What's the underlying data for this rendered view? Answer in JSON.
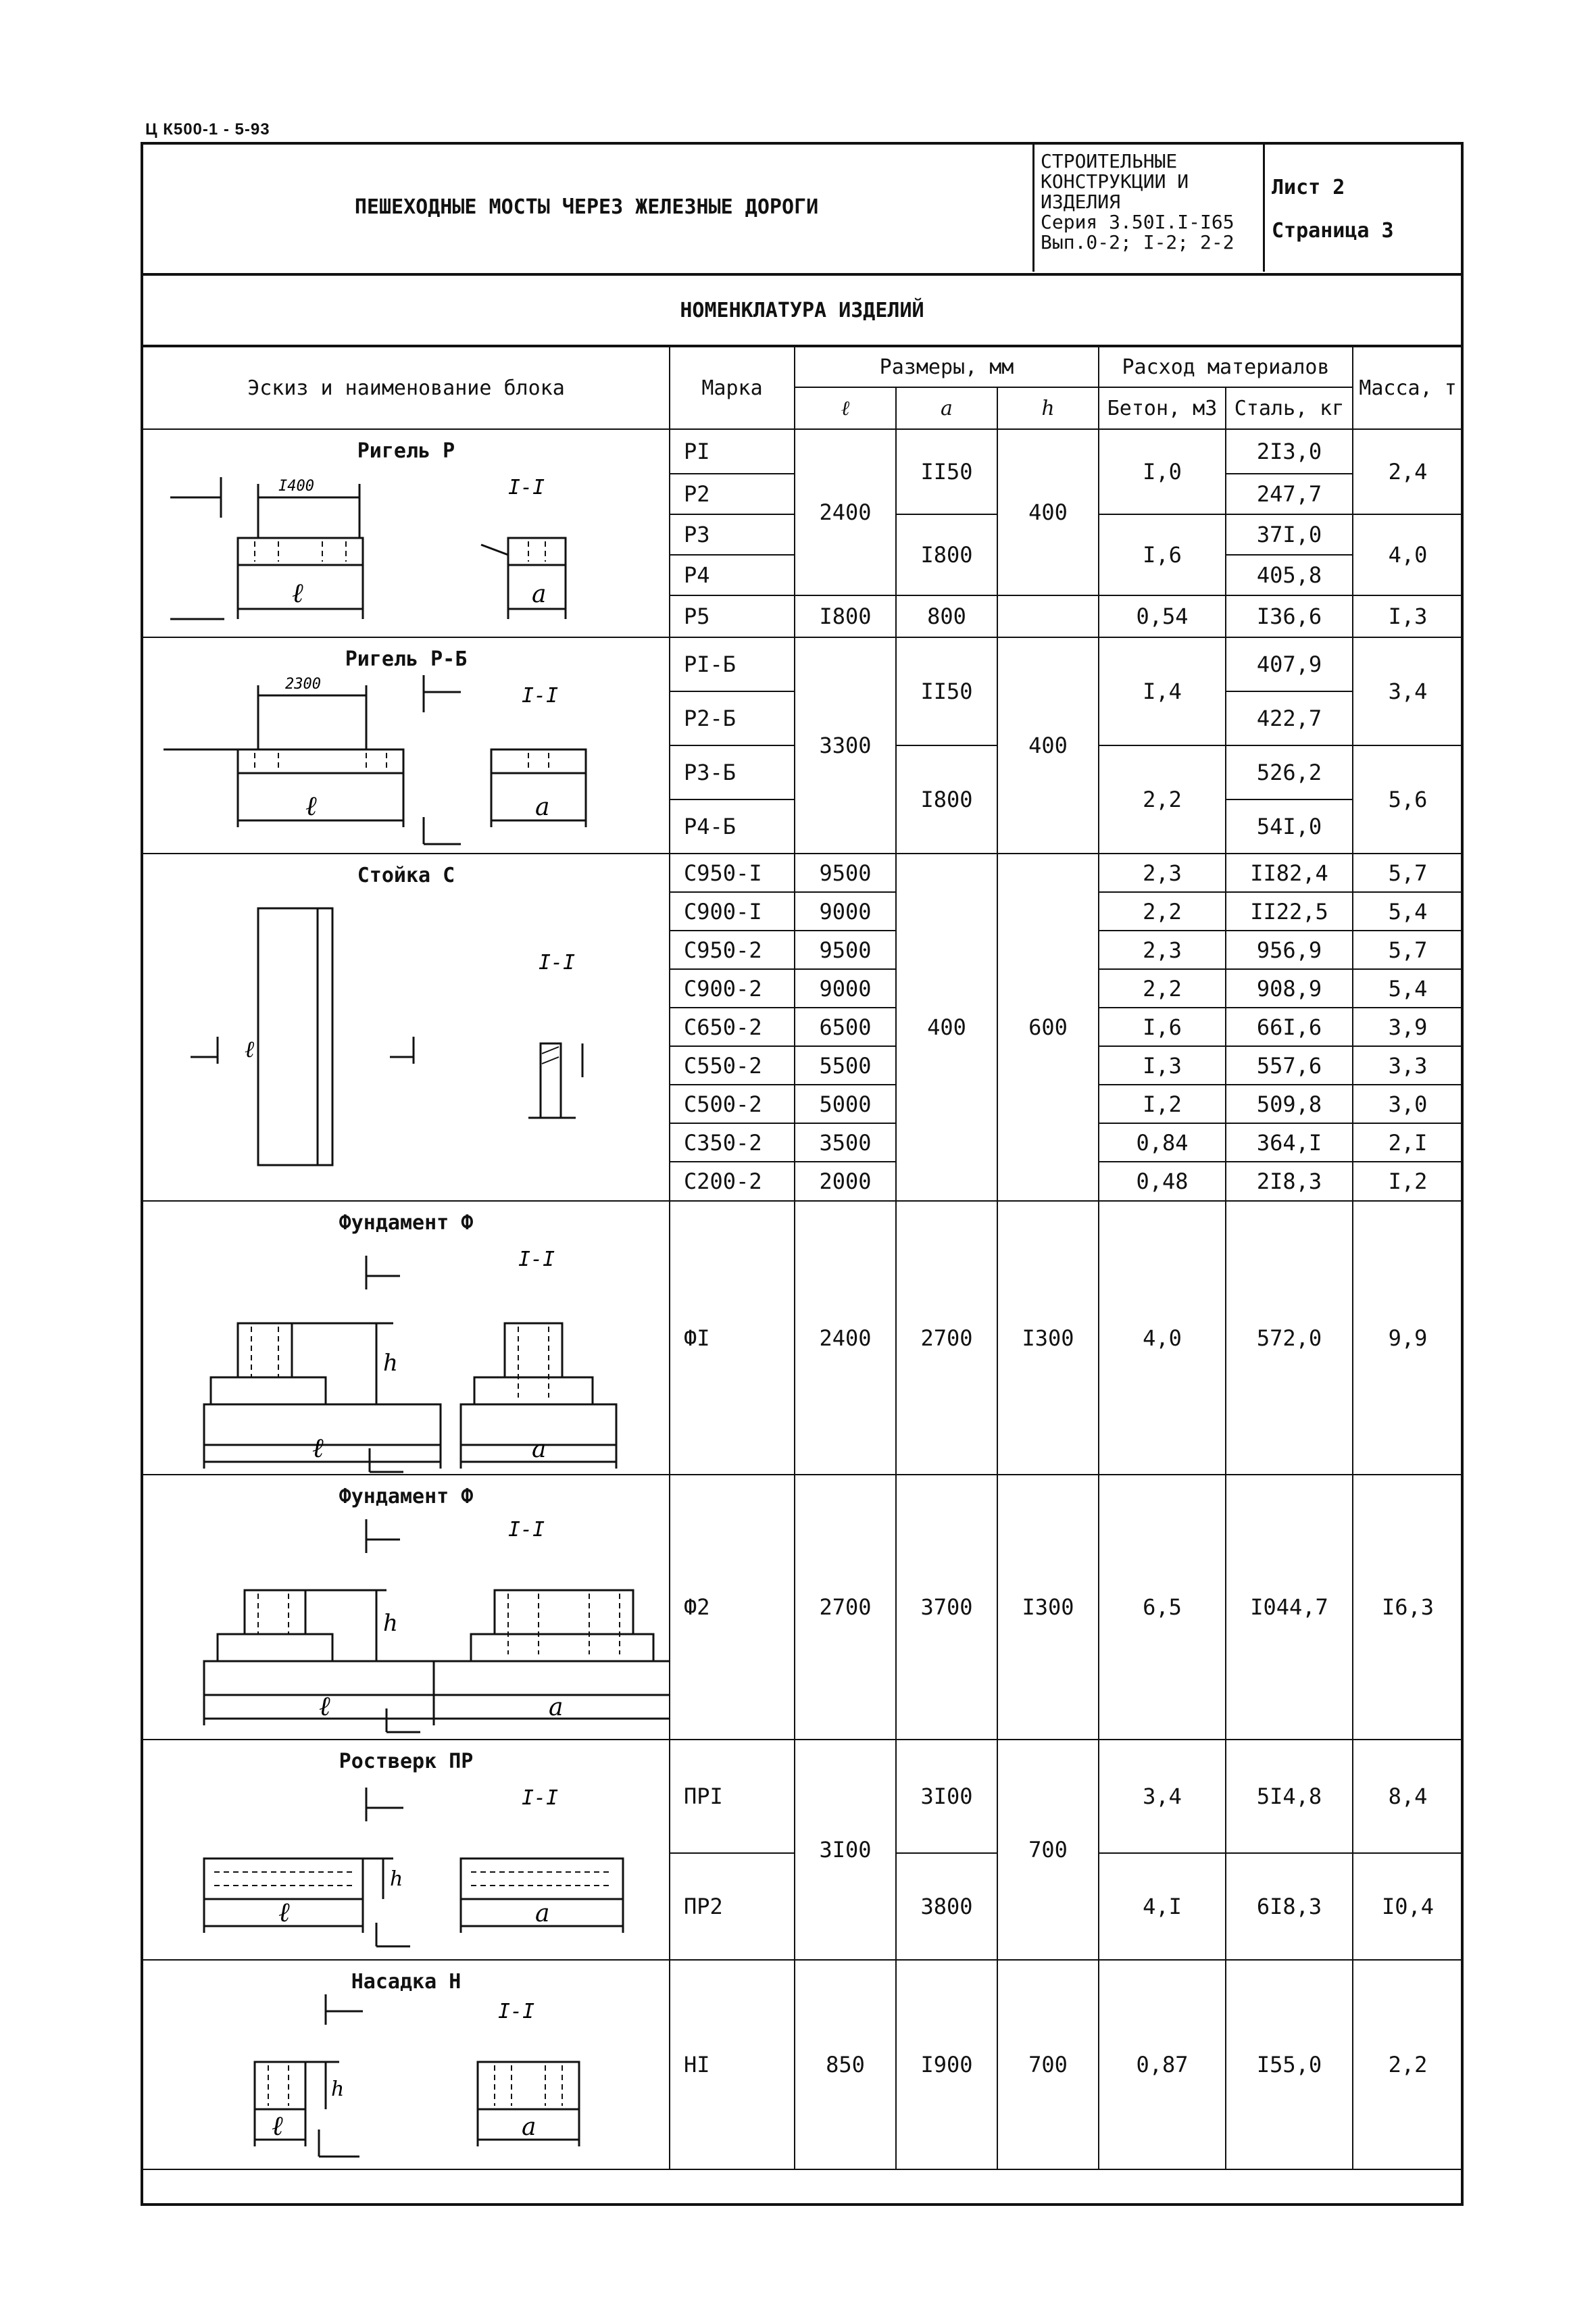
{
  "doc_code": "Ц К500-1 - 5-93",
  "header": {
    "title": "ПЕШЕХОДНЫЕ МОСТЫ ЧЕРЕЗ ЖЕЛЕЗНЫЕ ДОРОГИ",
    "category_line1": "СТРОИТЕЛЬНЫЕ",
    "category_line2": "КОНСТРУКЦИИ И",
    "category_line3": "ИЗДЕЛИЯ",
    "series": "Серия 3.50I.I-I65",
    "issue": "Вып.0-2; I-2; 2-2",
    "sheet": "Лист 2",
    "page": "Страница 3"
  },
  "section_title": "НОМЕНКЛАТУРА ИЗДЕЛИЙ",
  "columns": {
    "sketch": "Эскиз и наименование блока",
    "mark": "Марка",
    "dims": "Размеры, мм",
    "l": "ℓ",
    "a": "a",
    "h": "h",
    "materials": "Расход материалов",
    "concrete": "Бетон, м3",
    "steel": "Сталь, кг",
    "mass": "Масса, т"
  },
  "blocks": [
    {
      "name": "Ригель Р",
      "dim1": "I400",
      "cut": "I-I"
    },
    {
      "name": "Ригель Р-Б",
      "dim1": "2300",
      "cut": "I-I"
    },
    {
      "name": "Стойка С",
      "cut": "I-I"
    },
    {
      "name": "Фундамент Ф",
      "cut": "I-I"
    },
    {
      "name": "Фундамент Ф",
      "cut": "I-I"
    },
    {
      "name": "Ростверк ПР",
      "cut": "I-I"
    },
    {
      "name": "Насадка Н",
      "cut": "I-I"
    }
  ],
  "rows": {
    "r1": {
      "marks": [
        "PI",
        "P2",
        "P3",
        "P4",
        "P5"
      ],
      "l": [
        "2400",
        "I800"
      ],
      "a": [
        "II50",
        "I800",
        "800"
      ],
      "h": "400",
      "concrete": [
        "I,0",
        "I,6",
        "0,54"
      ],
      "steel": [
        "2I3,0",
        "247,7",
        "37I,0",
        "405,8",
        "I36,6"
      ],
      "mass": [
        "2,4",
        "4,0",
        "I,3"
      ]
    },
    "r2": {
      "marks": [
        "PI-Б",
        "P2-Б",
        "P3-Б",
        "P4-Б"
      ],
      "l": "3300",
      "a": [
        "II50",
        "I800"
      ],
      "h": "400",
      "concrete": [
        "I,4",
        "2,2"
      ],
      "steel": [
        "407,9",
        "422,7",
        "526,2",
        "54I,0"
      ],
      "mass": [
        "3,4",
        "5,6"
      ]
    },
    "r3": {
      "marks": [
        "C950-I",
        "C900-I",
        "C950-2",
        "C900-2",
        "C650-2",
        "C550-2",
        "C500-2",
        "C350-2",
        "C200-2"
      ],
      "l": [
        "9500",
        "9000",
        "9500",
        "9000",
        "6500",
        "5500",
        "5000",
        "3500",
        "2000"
      ],
      "a": "400",
      "h": "600",
      "concrete": [
        "2,3",
        "2,2",
        "2,3",
        "2,2",
        "I,6",
        "I,3",
        "I,2",
        "0,84",
        "0,48"
      ],
      "steel": [
        "II82,4",
        "II22,5",
        "956,9",
        "908,9",
        "66I,6",
        "557,6",
        "509,8",
        "364,I",
        "2I8,3"
      ],
      "mass": [
        "5,7",
        "5,4",
        "5,7",
        "5,4",
        "3,9",
        "3,3",
        "3,0",
        "2,I",
        "I,2"
      ]
    },
    "r4": {
      "mark": "ФI",
      "l": "2400",
      "a": "2700",
      "h": "I300",
      "concrete": "4,0",
      "steel": "572,0",
      "mass": "9,9"
    },
    "r5": {
      "mark": "Ф2",
      "l": "2700",
      "a": "3700",
      "h": "I300",
      "concrete": "6,5",
      "steel": "I044,7",
      "mass": "I6,3"
    },
    "r6": {
      "marks": [
        "ПРI",
        "ПР2"
      ],
      "l": "3I00",
      "a": [
        "3I00",
        "3800"
      ],
      "h": "700",
      "concrete": [
        "3,4",
        "4,I"
      ],
      "steel": [
        "5I4,8",
        "6I8,3"
      ],
      "mass": [
        "8,4",
        "I0,4"
      ]
    },
    "r7": {
      "mark": "HI",
      "l": "850",
      "a": "I900",
      "h": "700",
      "concrete": "0,87",
      "steel": "I55,0",
      "mass": "2,2"
    }
  }
}
